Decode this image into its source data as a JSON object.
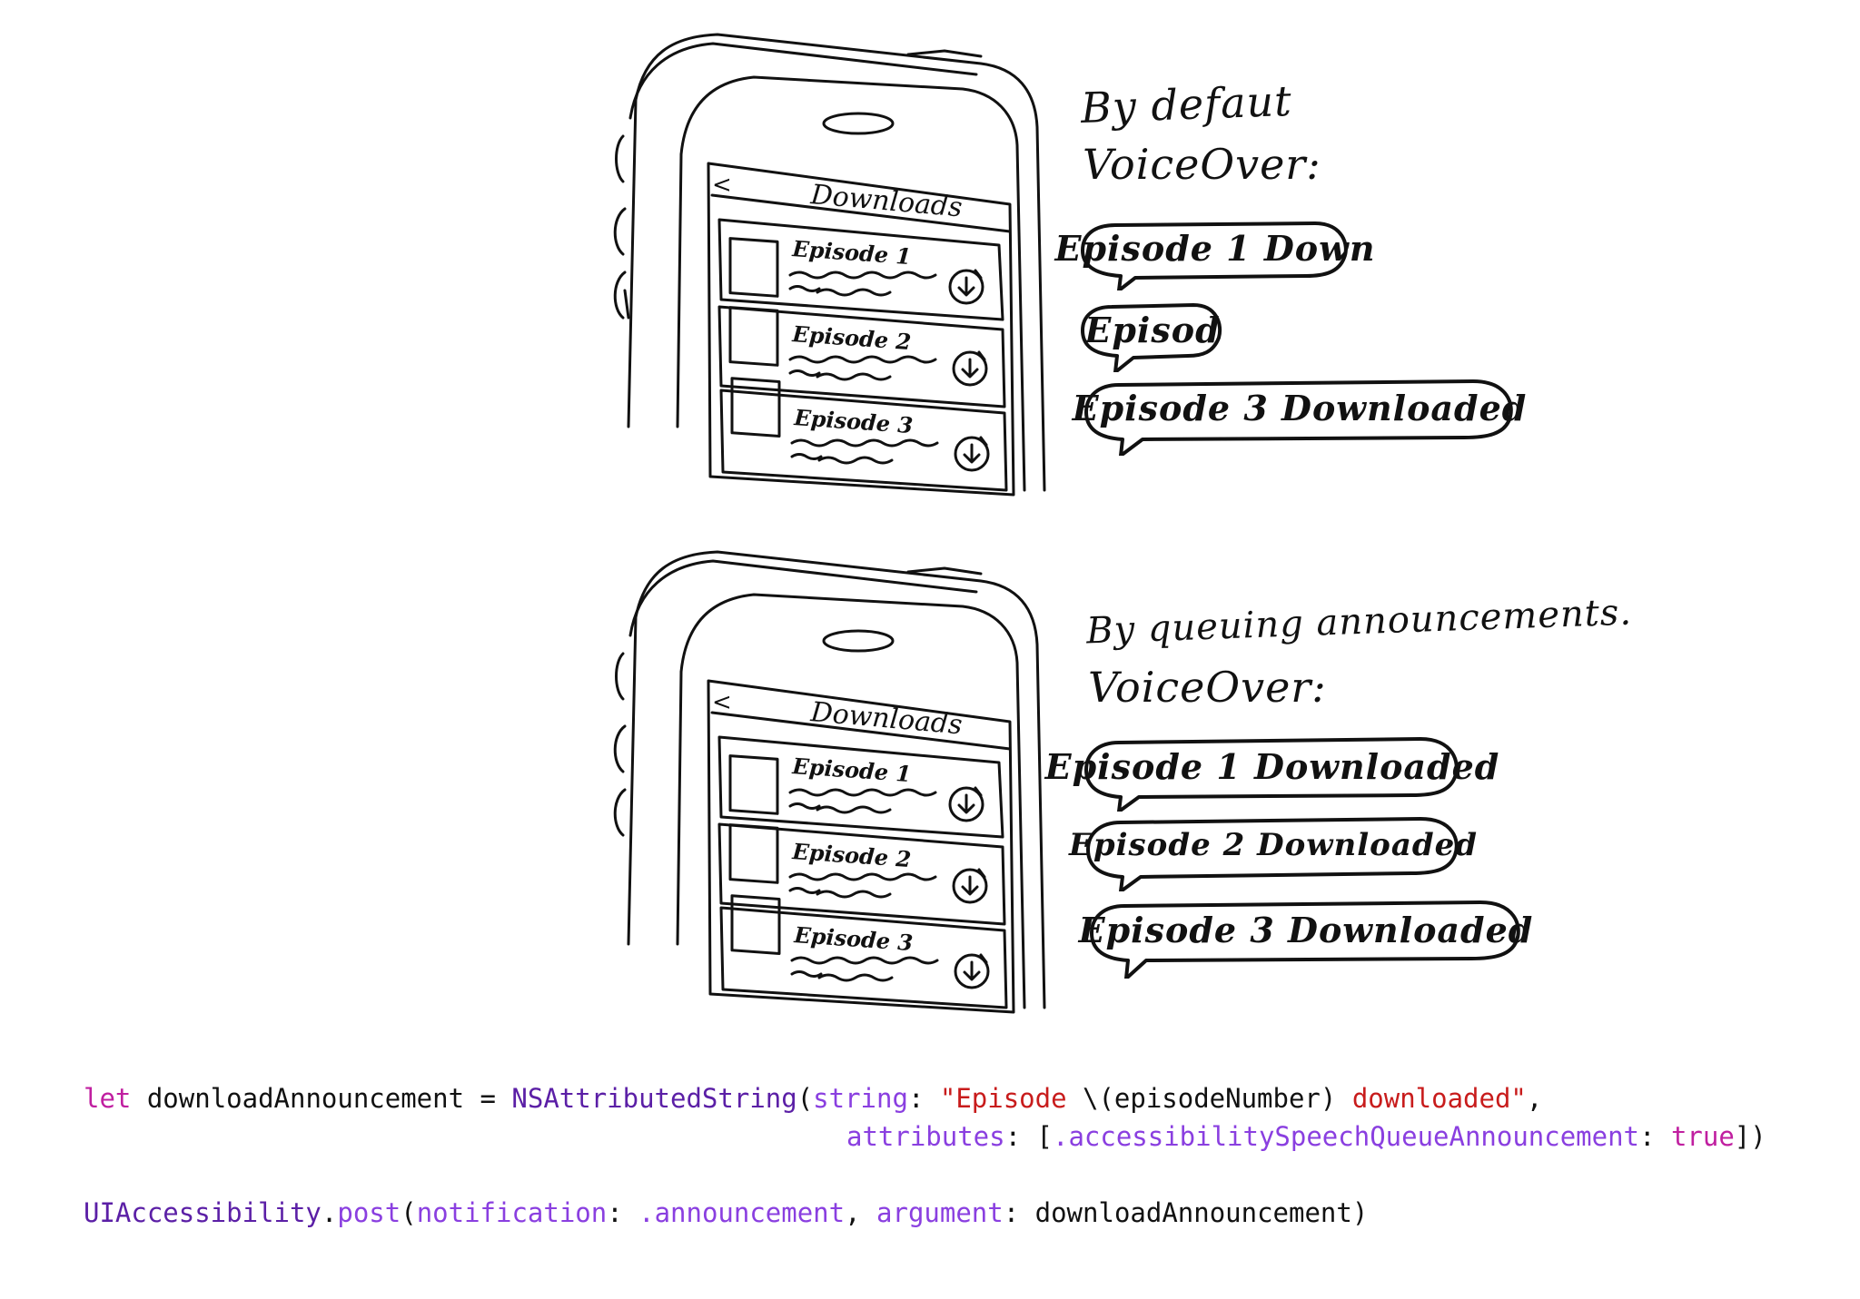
{
  "top_sketch": {
    "screen_title": "Downloads",
    "back_glyph": "<",
    "episodes": [
      "Episode 1",
      "Episode 2",
      "Episode 3"
    ],
    "caption_line1": "By defaut",
    "caption_line2": "VoiceOver:",
    "bubbles": [
      "Episode 1 Down",
      "Episod",
      "Episode 3 Downloaded"
    ]
  },
  "bottom_sketch": {
    "screen_title": "Downloads",
    "back_glyph": "<",
    "episodes": [
      "Episode 1",
      "Episode 2",
      "Episode 3"
    ],
    "caption_line1": "By queuing announcements.",
    "caption_line2": "VoiceOver:",
    "bubbles": [
      "Episode 1 Downloaded",
      "Episode 2 Downloaded",
      "Episode 3 Downloaded"
    ]
  },
  "code": {
    "line1": {
      "kw_let": "let",
      "var_name": " downloadAnnouncement = ",
      "type_name": "NSAttributedString",
      "paren_open": "(",
      "param_string": "string",
      "colon1": ": ",
      "str_a": "\"Episode ",
      "interp": "\\(episodeNumber) ",
      "str_b": "downloaded\"",
      "comma": ","
    },
    "line2": {
      "param_attributes": "attributes",
      "colon": ": [",
      "attr_key": ".accessibilitySpeechQueueAnnouncement",
      "colon2": ": ",
      "kw_true": "true",
      "close": "])"
    },
    "line3": {
      "type_name": "UIAccessibility",
      "dot": ".",
      "method": "post",
      "paren_open": "(",
      "param_notification": "notification",
      "colon1": ": ",
      "value_announcement": ".announcement",
      "comma": ", ",
      "param_argument": "argument",
      "colon2": ": ",
      "arg_value": "downloadAnnouncement)"
    }
  },
  "colors": {
    "keyword": "#c01fa0",
    "type": "#5b1fa6",
    "parameter": "#8a3fe0",
    "string": "#c81c1c"
  }
}
